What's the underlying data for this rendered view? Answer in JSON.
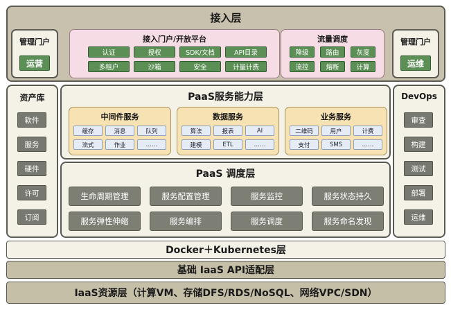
{
  "access_layer": {
    "title": "接入层",
    "left_portal": {
      "title": "管理门户",
      "button": "运营"
    },
    "right_portal": {
      "title": "管理门户",
      "button": "运维"
    },
    "open_platform": {
      "title": "接入门户/开放平台",
      "items": [
        "认证",
        "授权",
        "SDK/文档",
        "API目录",
        "多租户",
        "沙箱",
        "安全",
        "计量计费"
      ]
    },
    "traffic": {
      "title": "流量调度",
      "items": [
        "降级",
        "路由",
        "灰度",
        "流控",
        "熔断",
        "计算"
      ]
    }
  },
  "asset_library": {
    "title": "资产库",
    "items": [
      "软件",
      "服务",
      "硬件",
      "许可",
      "订阅"
    ]
  },
  "devops": {
    "title": "DevOps",
    "items": [
      "审查",
      "构建",
      "测试",
      "部署",
      "运维"
    ]
  },
  "paas_service": {
    "title": "PaaS服务能力层",
    "groups": [
      {
        "title": "中间件服务",
        "items": [
          "缓存",
          "消息",
          "队列",
          "流式",
          "作业",
          "……"
        ]
      },
      {
        "title": "数据服务",
        "items": [
          "算法",
          "报表",
          "AI",
          "建模",
          "ETL",
          "……"
        ]
      },
      {
        "title": "业务服务",
        "items": [
          "二维码",
          "用户",
          "计费",
          "支付",
          "SMS",
          "……"
        ]
      }
    ]
  },
  "paas_schedule": {
    "title": "PaaS 调度层",
    "items": [
      "生命周期管理",
      "服务配置管理",
      "服务监控",
      "服务状态持久",
      "服务弹性伸缩",
      "服务编排",
      "服务调度",
      "服务命名发现"
    ]
  },
  "bottom_layers": [
    "Docker＋Kubernetes层",
    "基础 IaaS API适配层",
    "IaaS资源层（计算VM、存储DFS/RDS/NoSQL、网络VPC/SDN）"
  ]
}
